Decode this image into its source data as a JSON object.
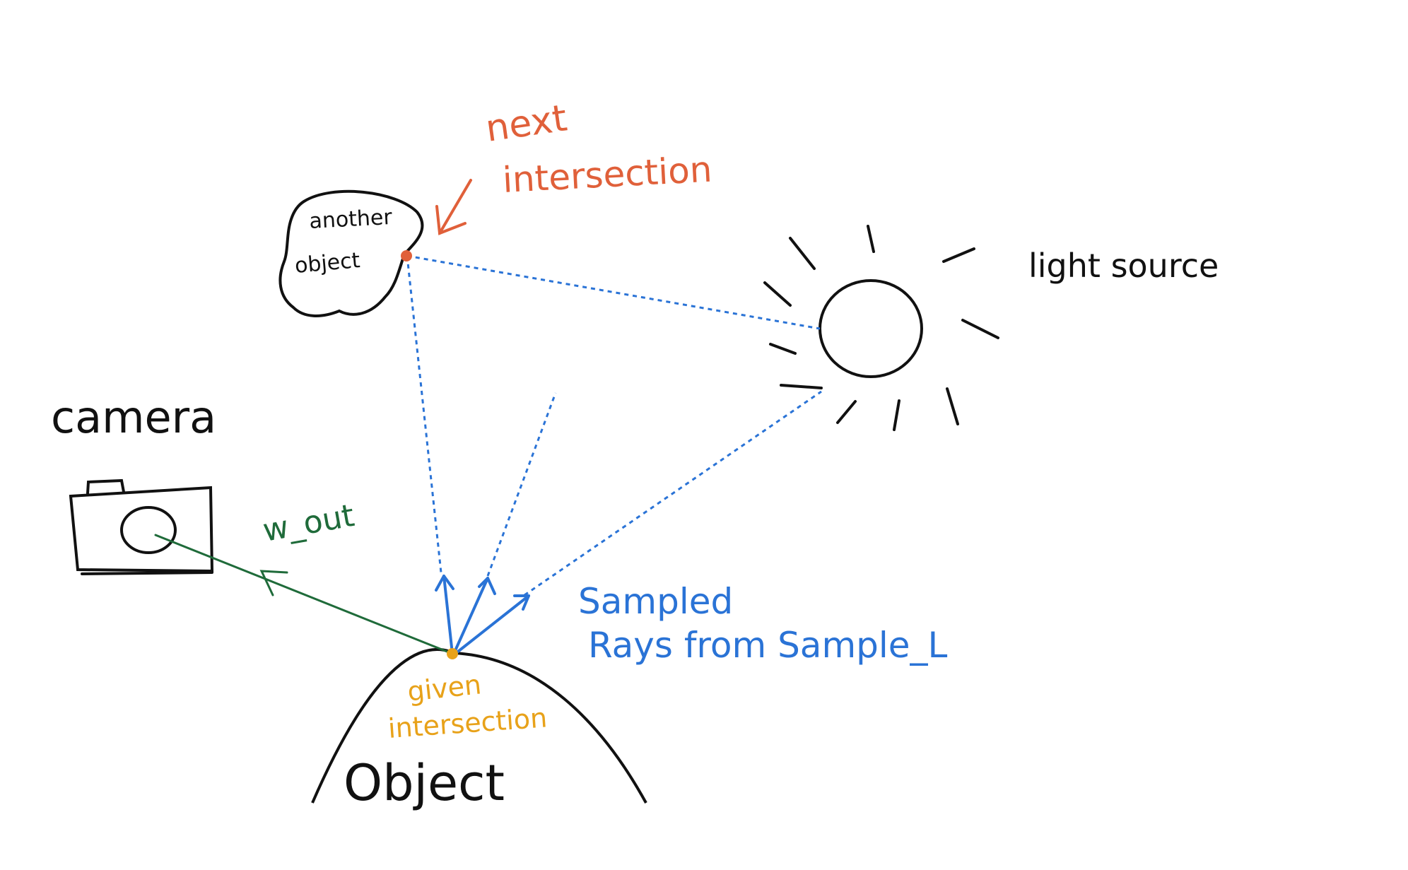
{
  "labels": {
    "next_intersection_1": "next",
    "next_intersection_2": "intersection",
    "another_object_1": "another",
    "another_object_2": "object",
    "light_source": "light source",
    "camera": "camera",
    "w_out": "w_out",
    "sampled_1": "Sampled",
    "sampled_2": "Rays from  Sample_L",
    "given_1": "given",
    "given_2": "intersection",
    "object": "Object"
  },
  "colors": {
    "ink": "#111111",
    "blue": "#2a73d6",
    "green": "#1f6b3a",
    "orange_red": "#e0603a",
    "amber": "#e8a21a"
  }
}
